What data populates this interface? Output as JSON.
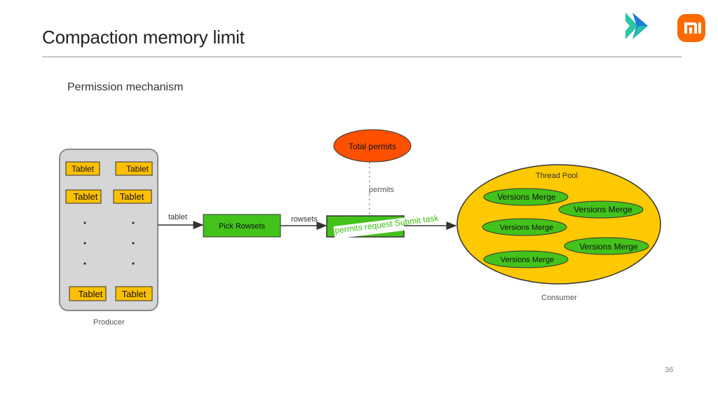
{
  "slide": {
    "title": "Compaction memory limit",
    "subtitle": "Permission mechanism",
    "page_number": "36"
  },
  "logos": {
    "left": "brand-chevron-logo",
    "right": "mi-logo",
    "colors": {
      "teal": "#2bc8a3",
      "blue": "#1e7bd6",
      "orange": "#ff6a00"
    }
  },
  "diagram": {
    "producer": {
      "caption": "Producer",
      "tablets": [
        "Tablet",
        "Tablet",
        "Tablet",
        "Tablet",
        "Tablet",
        "Tablet"
      ]
    },
    "arrow_tablet_label": "tablet",
    "pick": {
      "label": "Pick Rowsets"
    },
    "arrow_rowsets_label": "rowsets",
    "total_permits": {
      "label": "Total permits"
    },
    "permits_link_label": "permits",
    "submit_overlay": "permits request Submit task",
    "consumer": {
      "caption": "Consumer",
      "pool_label": "Thread Pool",
      "merges": [
        "Versions Merge",
        "Versions Merge",
        "Versions Merge",
        "Versions Merge",
        "Versions Merge"
      ]
    },
    "colors": {
      "producer_fill": "#d6d6d6",
      "tablet_fill": "#ffc000",
      "green": "#43c21b",
      "red_ellipse": "#ff5000",
      "pool_fill": "#ffc900",
      "overlay_text": "#3cbf0e"
    }
  }
}
